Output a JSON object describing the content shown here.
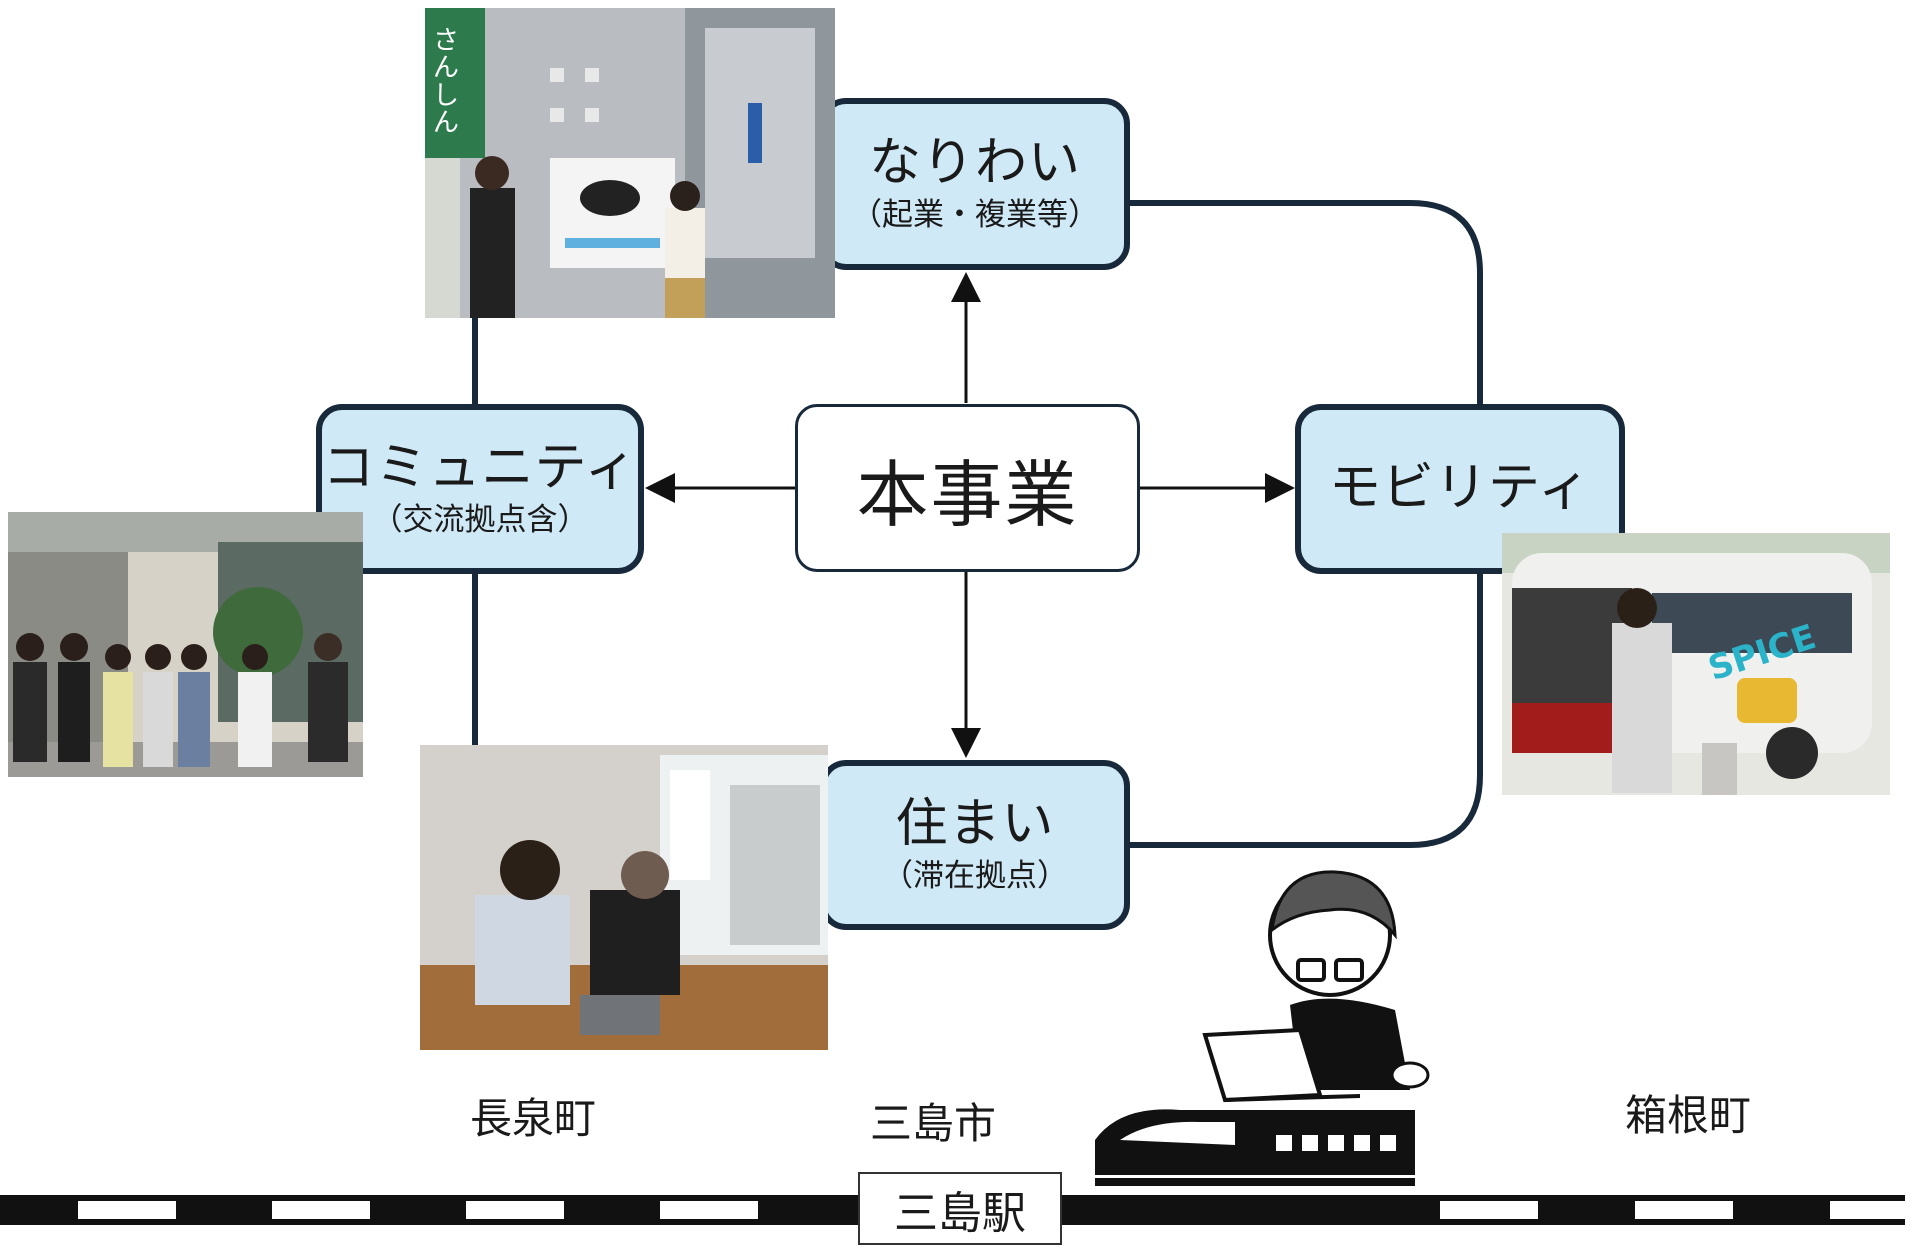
{
  "center": {
    "label": "本事業"
  },
  "nodes": {
    "nariwai": {
      "main": "なりわい",
      "sub": "（起業・複業等）"
    },
    "community": {
      "main": "コミュニティ",
      "sub": "（交流拠点含）"
    },
    "mobility": {
      "main": "モビリティ"
    },
    "sumai": {
      "main": "住まい",
      "sub": "（滞在拠点）"
    }
  },
  "places": {
    "left": "長泉町",
    "middle": "三島市",
    "right": "箱根町"
  },
  "station": {
    "label": "三島駅"
  },
  "photos": {
    "nariwai_sign": {
      "text": "さんしん"
    },
    "van_logo": {
      "text": "SPICE"
    }
  },
  "colors": {
    "box_fill": "#cfe9f6",
    "border": "#17293a"
  }
}
